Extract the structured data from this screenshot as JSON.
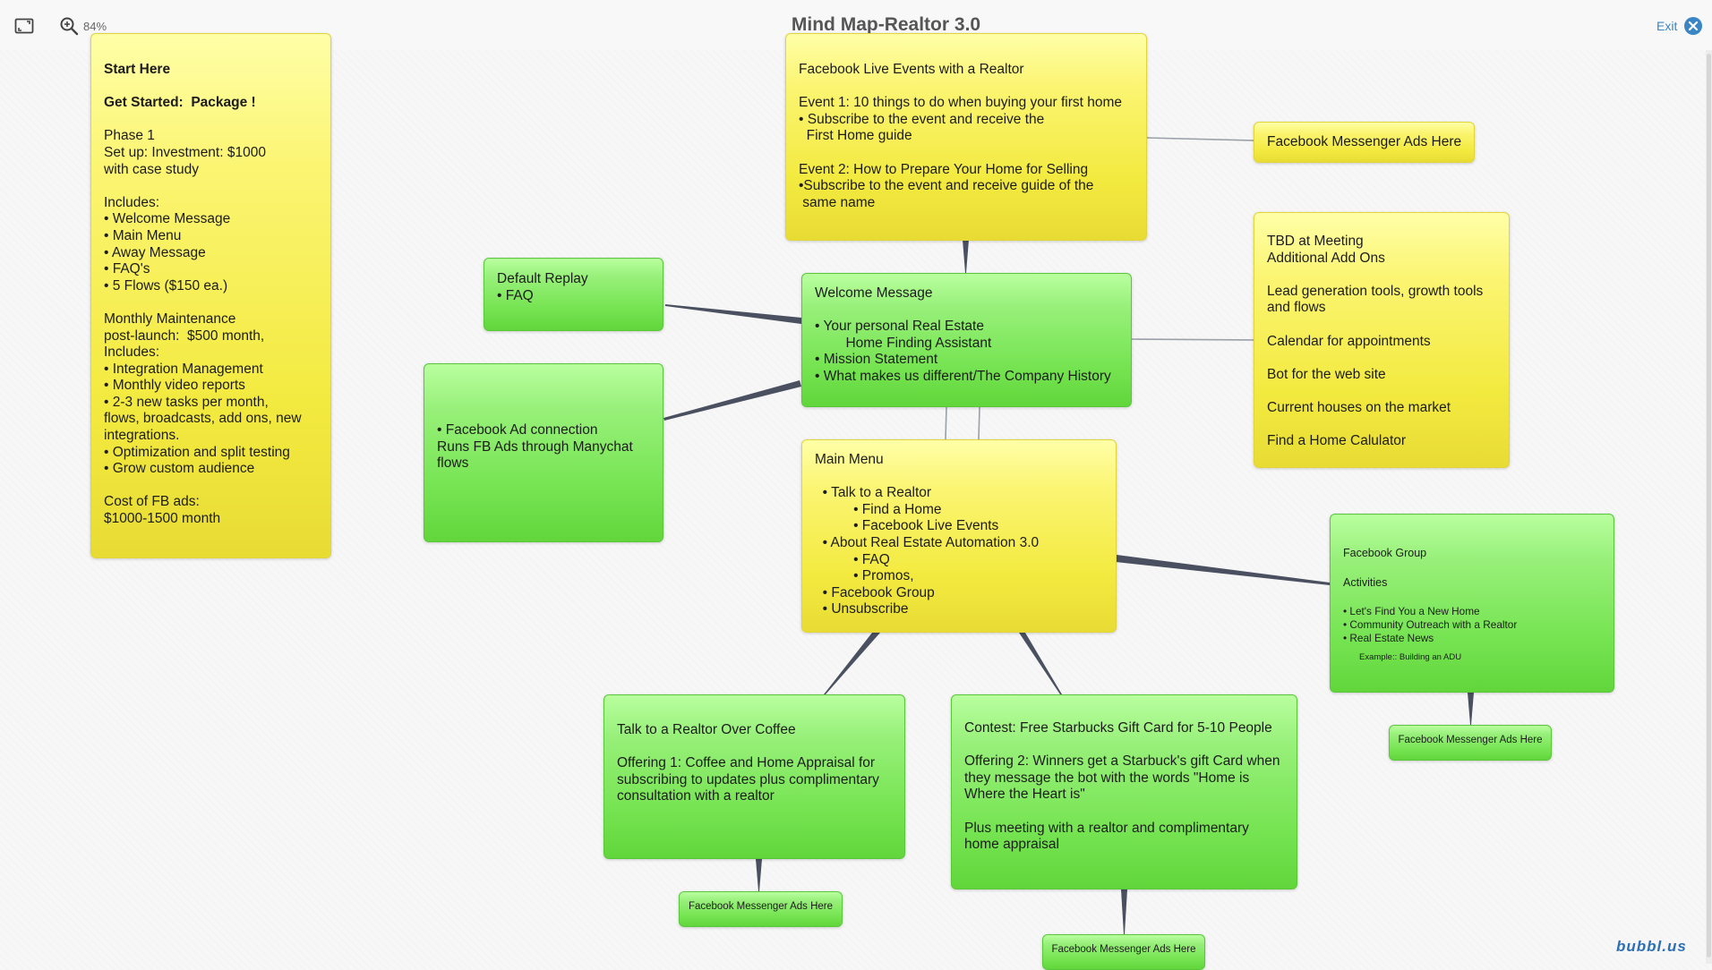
{
  "toolbar": {
    "title": "Mind Map-Realtor 3.0",
    "zoom": "84%",
    "exit_label": "Exit"
  },
  "nodes": {
    "start_here": [
      "Start Here",
      "",
      "Get Started:  Package !",
      "",
      "Phase 1",
      "Set up: Investment: $1000",
      "with case study",
      "",
      "Includes:",
      "• Welcome Message",
      "• Main Menu",
      "• Away Message",
      "• FAQ's",
      "• 5 Flows ($150 ea.)",
      "",
      "Monthly Maintenance",
      "post-launch:  $500 month,",
      "Includes:",
      "• Integration Management",
      "• Monthly video reports",
      "• 2-3 new tasks per month,",
      "flows, broadcasts, add ons, new",
      "integrations.",
      "• Optimization and split testing",
      "• Grow custom audience",
      "",
      "Cost of FB ads:",
      "$1000-1500 month"
    ],
    "live_events": [
      "Facebook Live Events with a Realtor",
      "",
      "Event 1: 10 things to do when buying your first home",
      "• Subscribe to the event and receive the",
      "  First Home guide",
      "",
      "Event 2: How to Prepare Your Home for Selling",
      "•Subscribe to the event and receive guide of the",
      " same name"
    ],
    "messenger_ads_top": "Facebook Messenger Ads Here",
    "tbd": [
      "TBD at Meeting",
      "Additional Add Ons",
      "",
      "Lead generation tools, growth tools",
      "and flows",
      "",
      "Calendar for appointments",
      "",
      "Bot for the web site",
      "",
      "Current houses on the market",
      "",
      "Find a Home Calulator"
    ],
    "default_replay": [
      "Default Replay",
      "• FAQ"
    ],
    "welcome": [
      "Welcome Message",
      "",
      "• Your personal Real Estate",
      "        Home Finding Assistant",
      "• Mission Statement",
      "• What makes us different/The Company History"
    ],
    "fb_ad_connection": [
      "• Facebook Ad connection",
      "Runs FB Ads through Manychat",
      "flows"
    ],
    "main_menu": [
      "Main Menu",
      "",
      "  • Talk to a Realtor",
      "          • Find a Home",
      "          • Facebook Live Events",
      "  • About Real Estate Automation 3.0",
      "          • FAQ",
      "          • Promos,",
      "  • Facebook Group",
      "  • Unsubscribe"
    ],
    "fb_group": {
      "title": "Facebook Group",
      "activities": "Activities",
      "items": [
        "• Let's Find You a New Home",
        "• Community Outreach with a Realtor",
        "• Real Estate News"
      ],
      "example": "Example:: Building an ADU"
    },
    "messenger_ads_group": "Facebook Messenger Ads Here",
    "coffee": [
      "Talk to a Realtor Over Coffee",
      "",
      "Offering 1: Coffee and Home Appraisal for",
      "subscribing to updates plus complimentary",
      "consultation with a realtor"
    ],
    "messenger_ads_coffee": "Facebook Messenger Ads Here",
    "contest": [
      "Contest: Free Starbucks Gift Card for 5-10 People",
      "",
      "Offering 2: Winners get a Starbuck's gift Card when",
      "they message the bot with the words \"Home is",
      "Where the Heart is\"",
      "",
      "Plus meeting with a realtor and complimentary",
      "home appraisal"
    ],
    "messenger_ads_contest": "Facebook Messenger Ads Here"
  },
  "brand": {
    "logo": "bubbl.us",
    "link_color": "#3a86c5",
    "yellow_node": "#f3ea40",
    "green_node": "#76e452",
    "connector_color": "#4a5060"
  },
  "icons": [
    "fit-screen-icon",
    "zoom-icon",
    "close-icon"
  ]
}
